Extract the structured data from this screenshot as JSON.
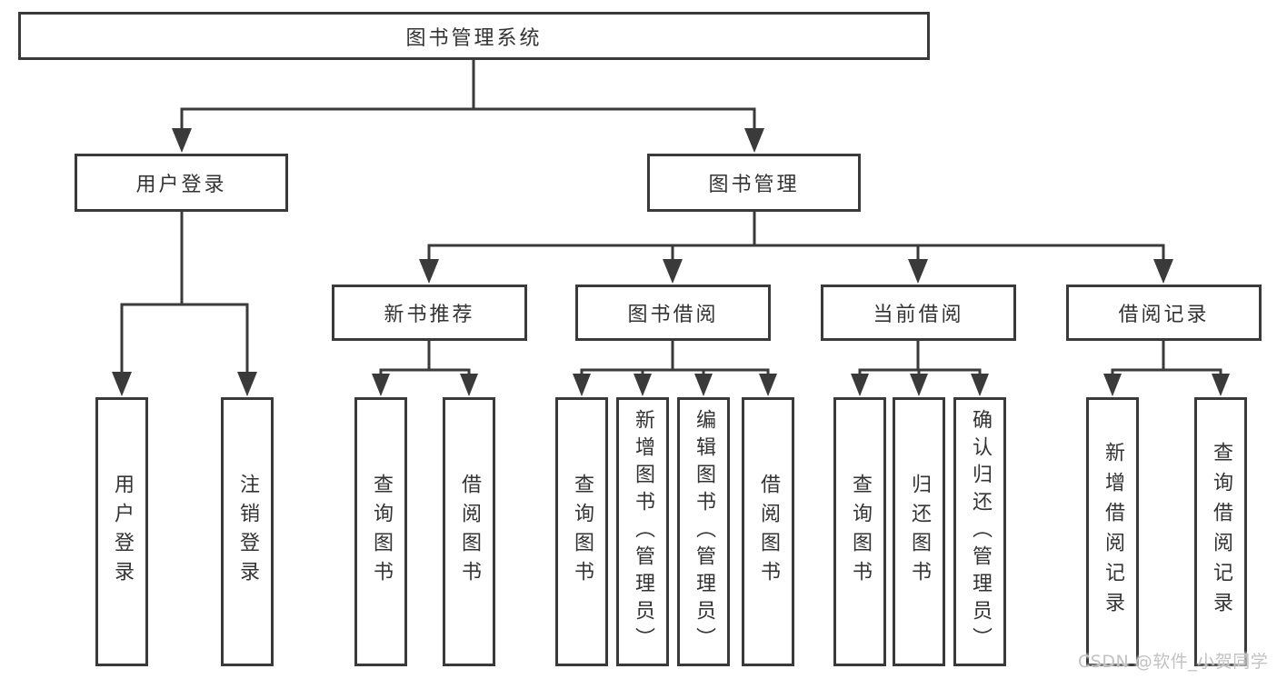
{
  "title": {
    "label": "图书管理系统"
  },
  "branches": [
    {
      "label": "用户登录",
      "children": [
        {
          "label": "用户登录"
        },
        {
          "label": "注销登录"
        }
      ]
    },
    {
      "label": "图书管理",
      "sections": [
        {
          "label": "新书推荐",
          "children": [
            {
              "label": "查询图书"
            },
            {
              "label": "借阅图书"
            }
          ]
        },
        {
          "label": "图书借阅",
          "children": [
            {
              "label": "查询图书"
            },
            {
              "label": "新增图书（管理员）"
            },
            {
              "label": "编辑图书（管理员）"
            },
            {
              "label": "借阅图书"
            }
          ]
        },
        {
          "label": "当前借阅",
          "children": [
            {
              "label": "查询图书"
            },
            {
              "label": "归还图书"
            },
            {
              "label": "确认归还（管理员）"
            }
          ]
        },
        {
          "label": "借阅记录",
          "children": [
            {
              "label": "新增借阅记录"
            },
            {
              "label": "查询借阅记录"
            }
          ]
        }
      ]
    }
  ],
  "watermark": {
    "text": "CSDN @软件_小贺同学"
  },
  "colors": {
    "line": "#3a3a3a",
    "text": "#333333",
    "watermark": "#c2c2c2",
    "background": "#ffffff"
  }
}
